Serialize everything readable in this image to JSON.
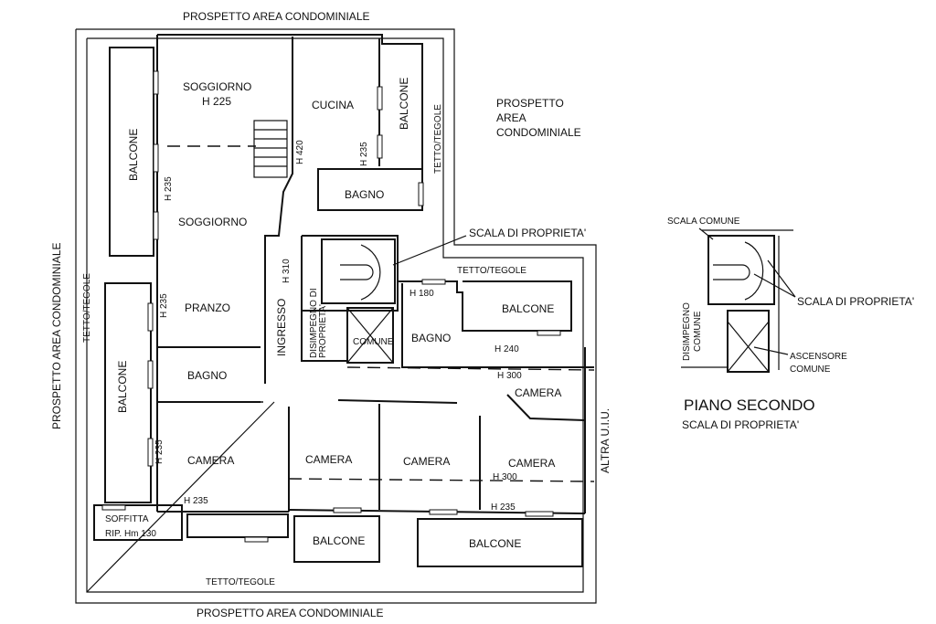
{
  "plan": {
    "prospetto_top": "PROSPETTO AREA CONDOMINIALE",
    "prospetto_bottom": "PROSPETTO AREA CONDOMINIALE",
    "prospetto_left": "PROSPETTO AREA CONDOMINIALE",
    "prospetto_right": [
      "PROSPETTO",
      "AREA",
      "CONDOMINIALE"
    ],
    "tetto_left": "TETTO/TEGOLE",
    "tetto_right": "TETTO/TEGOLE",
    "tetto_mid": "TETTO/TEGOLE",
    "tetto_bottom": "TETTO/TEGOLE",
    "altra_uiu": "ALTRA U.I.U.",
    "rooms": {
      "soggiorno_1": "SOGGIORNO",
      "soggiorno_1_h": "H 225",
      "cucina": "CUCINA",
      "balcone_top_right": "BALCONE",
      "balcone_left_top": "BALCONE",
      "balcone_left_bottom": "BALCONE",
      "bagno_1": "BAGNO",
      "soggiorno_2": "SOGGIORNO",
      "pranzo": "PRANZO",
      "ingresso": "INGRESSO",
      "disimpegno": [
        "DISIMPEGNO DI",
        "PROPRIETA'"
      ],
      "comune": "COMUNE",
      "bagno_2": "BAGNO",
      "balcone_right": "BALCONE",
      "bagno_3": "BAGNO",
      "camera_1": "CAMERA",
      "camera_2": "CAMERA",
      "camera_3": "CAMERA",
      "camera_4": "CAMERA",
      "camera_5": "CAMERA",
      "soffitta": [
        "SOFFITTA",
        "RIP. Hm 130"
      ],
      "balcone_bottom_1": "BALCONE",
      "balcone_bottom_2": "BALCONE"
    },
    "heights": {
      "h235_a": "H 235",
      "h420": "H 420",
      "h235_b": "H 235",
      "h310": "H 310",
      "h235_c": "H 235",
      "h235_d": "H 235",
      "h180": "H 180",
      "h240": "H 240",
      "h300_a": "H 300",
      "h300_b": "H 300",
      "h235_e": "H 235",
      "h235_f": "H 235"
    },
    "scala_label": "SCALA DI PROPRIETA'"
  },
  "detail": {
    "scala_comune": "SCALA COMUNE",
    "scala_proprieta": "SCALA DI PROPRIETA'",
    "disimpegno": [
      "DISIMPEGNO",
      "COMUNE"
    ],
    "ascensore": [
      "ASCENSORE",
      "COMUNE"
    ],
    "title": "PIANO SECONDO",
    "subtitle": "SCALA DI PROPRIETA'"
  }
}
